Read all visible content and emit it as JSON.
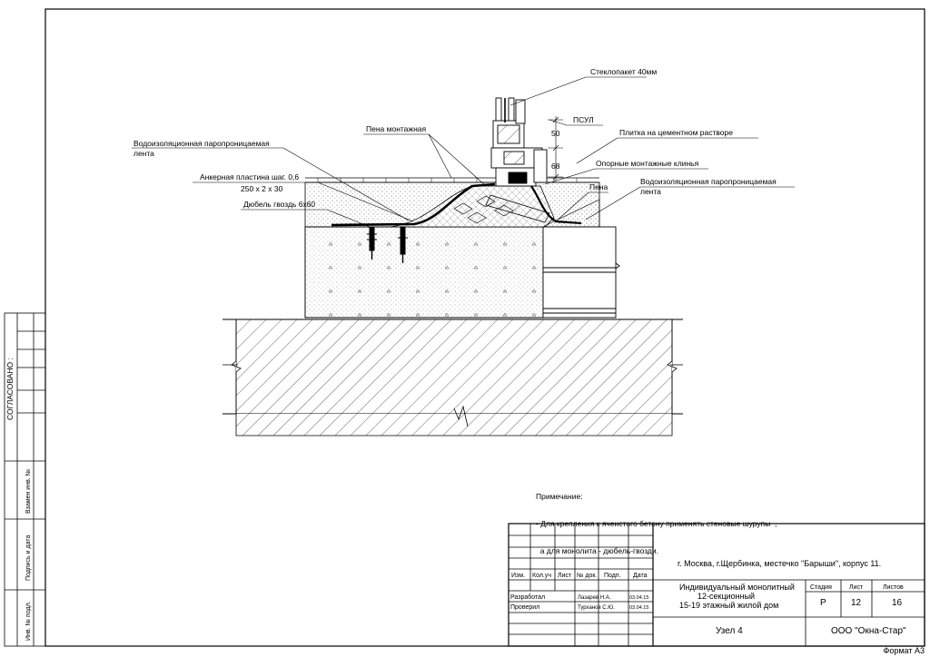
{
  "labels": {
    "glazing": "Стеклопакет 40мм",
    "psul": "ПСУЛ",
    "foam_top": "Пена монтажная",
    "tile": "Плитка на цементном растворе",
    "vapor_left_1": "Водоизоляционная паропроницаемая",
    "vapor_left_2": "лента",
    "wedges": "Опорные монтажные клинья",
    "anchor_1": "Анкерная пластина шаг. 0,6",
    "anchor_2": "250 х 2 х 30",
    "foam_right": "Пена",
    "vapor_right_1": "Водоизоляционная паропроницаемая",
    "vapor_right_2": "лента",
    "dowel": "Дюбель гвоздь 6х60",
    "dim_50": "50",
    "dim_68": "68"
  },
  "note": {
    "title": "Примечание:",
    "line1": "- Для крепления к ячеистого бетону применять стеновые шурупы  ,",
    "line2": "  а для монолита - дюбель-гвозди."
  },
  "side": {
    "agreed": "СОГЛАСОВАНО :",
    "exchange": "Взамен инв. №",
    "signature": "Подпись и дата",
    "inv": "Инв. № подл."
  },
  "title_block": {
    "col_izm": "Изм.",
    "col_kol": "Кол.уч",
    "col_list": "Лист",
    "col_doc": "№ док.",
    "col_sign": "Подп.",
    "col_date": "Дата",
    "developed": "Разработал",
    "developed_name": "Лазарев Н.А.",
    "developed_date": "03.04.15",
    "checked": "Проверил",
    "checked_name": "Турханов С.Ю.",
    "checked_date": "03.04.15",
    "address": "г. Москва, г.Щербинка, местечко \"Барыши\", корпус 11.",
    "project_1": "Индивидуальный монолитный",
    "project_2": "12-секционный",
    "project_3": "15-19 этажный жилой дом",
    "stage_h": "Стадия",
    "sheet_h": "Лист",
    "sheets_h": "Листов",
    "stage": "Р",
    "sheet": "12",
    "sheets": "16",
    "node": "Узел 4",
    "company": "ООО \"Окна-Стар\""
  },
  "format": "Формат А3"
}
